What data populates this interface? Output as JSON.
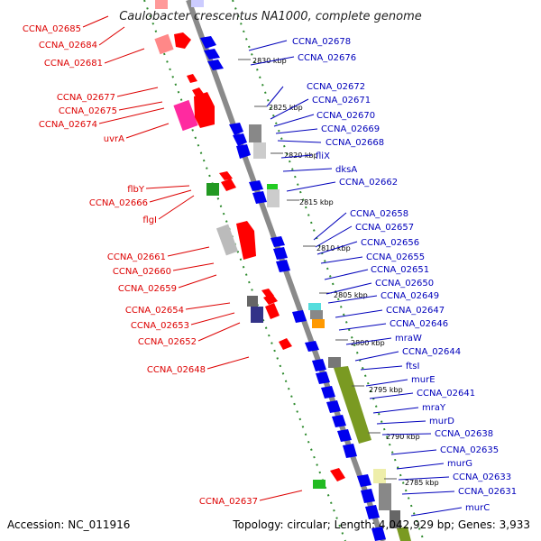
{
  "title": "Caulobacter crescentus NA1000, complete genome",
  "footer": {
    "accession": "Accession: NC_011916",
    "summary": "Topology: circular; Length: 4,042,929 bp; Genes: 3,933"
  },
  "colors": {
    "left_label": "#dd0000",
    "right_label": "#0000bb",
    "backbone": "#8a8a8a",
    "dotted_track": "#2e8b2e",
    "forward_gene": "#ff0000",
    "reverse_gene": "#0000ee"
  },
  "scale_ticks": [
    "2830 kbp",
    "2825 kbp",
    "2820 kbp",
    "2815 kbp",
    "2810 kbp",
    "2805 kbp",
    "2800 kbp",
    "2795 kbp",
    "2790 kbp",
    "2785 kbp"
  ],
  "left_labels": [
    "CCNA_02685",
    "CCNA_02684",
    "CCNA_02681",
    "CCNA_02677",
    "CCNA_02675",
    "CCNA_02674",
    "uvrA",
    "flbY",
    "CCNA_02666",
    "flgI",
    "CCNA_02661",
    "CCNA_02660",
    "CCNA_02659",
    "CCNA_02654",
    "CCNA_02653",
    "CCNA_02652",
    "CCNA_02648",
    "CCNA_02637"
  ],
  "right_labels": [
    "CCNA_02678",
    "CCNA_02676",
    "CCNA_02672",
    "CCNA_02671",
    "CCNA_02670",
    "CCNA_02669",
    "CCNA_02668",
    "fliX",
    "dksA",
    "CCNA_02662",
    "CCNA_02658",
    "CCNA_02657",
    "CCNA_02656",
    "CCNA_02655",
    "CCNA_02651",
    "CCNA_02650",
    "CCNA_02649",
    "CCNA_02647",
    "CCNA_02646",
    "mraW",
    "CCNA_02644",
    "ftsI",
    "murE",
    "CCNA_02641",
    "mraY",
    "murD",
    "CCNA_02638",
    "CCNA_02635",
    "murG",
    "CCNA_02633",
    "CCNA_02631",
    "murC"
  ]
}
